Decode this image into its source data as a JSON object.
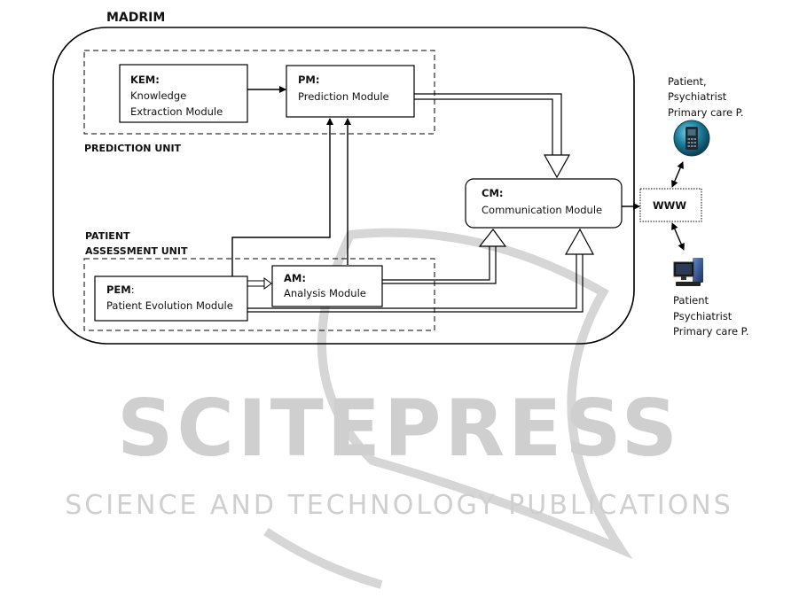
{
  "diagram": {
    "title": "MADRIM",
    "units": {
      "prediction": "PREDICTION UNIT",
      "patient_assessment_line1": "PATIENT",
      "patient_assessment_line2": "ASSESSMENT UNIT"
    },
    "modules": {
      "kem": {
        "code": "KEM:",
        "name_line1": "Knowledge",
        "name_line2": "Extraction Module"
      },
      "pm": {
        "code": "PM:",
        "name": "Prediction Module"
      },
      "cm": {
        "code": "CM:",
        "name": "Communication Module"
      },
      "am": {
        "code": "AM:",
        "name": "Analysis Module"
      },
      "pem": {
        "code": "PEM",
        "colon": ":",
        "name": "Patient Evolution Module"
      }
    },
    "www": "WWW",
    "mobile_users": {
      "line1": "Patient,",
      "line2": "Psychiatrist",
      "line3": "Primary care P."
    },
    "desktop_users": {
      "line1": "Patient",
      "line2": "Psychiatrist",
      "line3": "Primary care P."
    },
    "icons": {
      "mobile": "mobile-phone-icon",
      "desktop": "desktop-computer-icon"
    }
  },
  "watermark": {
    "logo_text": "SCITEPRESS",
    "tagline": "SCIENCE AND TECHNOLOGY PUBLICATIONS"
  },
  "colors": {
    "line": "#000000",
    "watermark": "#cfcfcf",
    "phone_icon": "#1c7c9a"
  }
}
